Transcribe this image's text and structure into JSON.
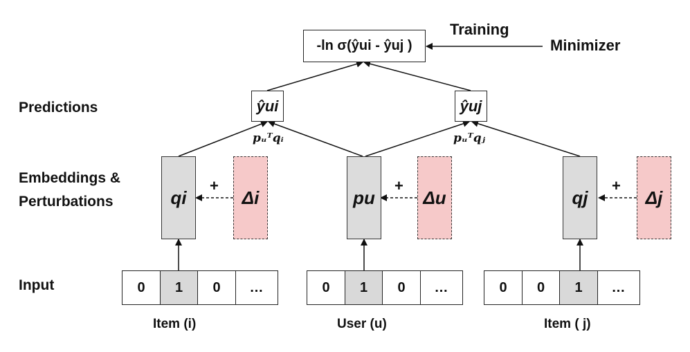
{
  "objective": "-ln σ(ŷui - ŷuj )",
  "training_label": "Training",
  "minimizer_label": "Minimizer",
  "rows": {
    "predictions": "Predictions",
    "embeddings_line1": "Embeddings &",
    "embeddings_line2": "Perturbations",
    "input": "Input"
  },
  "predictions": {
    "ui": "ŷui",
    "uj": "ŷuj"
  },
  "dot_products": {
    "ui": "pᵤᵀqᵢ",
    "uj": "pᵤᵀqⱼ"
  },
  "embeddings": {
    "item_i": "qi",
    "user": "pu",
    "item_j": "qj"
  },
  "perturbations": {
    "item_i": "Δi",
    "user": "Δu",
    "item_j": "Δj"
  },
  "plus_sign": "+",
  "inputs": {
    "item_i": [
      "0",
      "1",
      "0",
      "…"
    ],
    "user": [
      "0",
      "1",
      "0",
      "…"
    ],
    "item_j": [
      "0",
      "0",
      "1",
      "…"
    ]
  },
  "captions": {
    "item_i": "Item (i)",
    "user": "User (u)",
    "item_j": "Item ( j)"
  },
  "colors": {
    "embedding_fill": "#dcdcdc",
    "perturbation_fill": "#f6c9c9",
    "active_cell_fill": "#d9d9d9"
  }
}
